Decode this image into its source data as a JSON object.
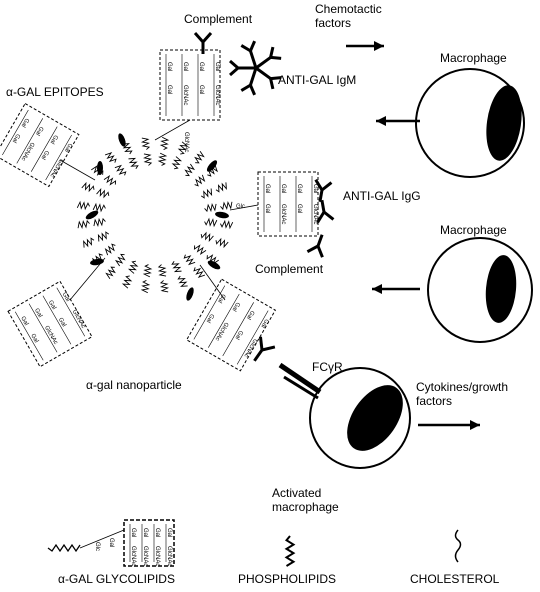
{
  "labels": {
    "complement_top": "Complement",
    "chemotactic": "Chemotactic\nfactors",
    "macrophage_top": "Macrophage",
    "alpha_gal_epitopes": "α-GAL EPITOPES",
    "anti_gal_igm": "ANTI-GAL IgM",
    "anti_gal_igg": "ANTI-GAL IgG",
    "macrophage_mid": "Macrophage",
    "complement_mid": "Complement",
    "fcgr": "FCγR",
    "nanoparticle": "α-gal nanoparticle",
    "cytokines": "Cytokines/growth\nfactors",
    "activated_macrophage": "Activated\nmacrophage",
    "legend_glycolipids": "α-GAL  GLYCOLIPIDS",
    "legend_phospholipids": "PHOSPHOLIPIDS",
    "legend_cholesterol": "CHOLESTEROL"
  },
  "sugar_text": {
    "gal": "Gal",
    "glcnac": "GlcNAc",
    "glc": "Glc"
  },
  "colors": {
    "ink": "#000000",
    "background": "#ffffff"
  }
}
